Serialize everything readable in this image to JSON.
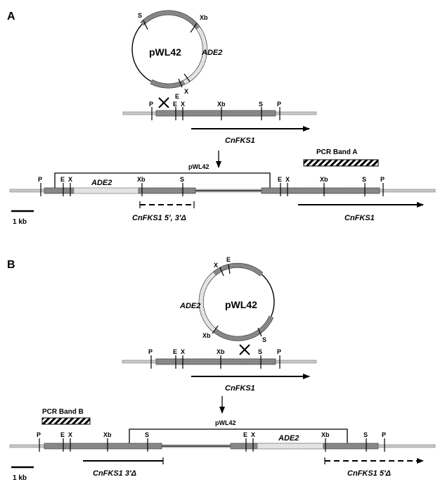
{
  "panel_a": {
    "label": "A",
    "plasmid": "pWL42",
    "plasmid_sites": {
      "s": "S",
      "xb": "Xb",
      "e": "E",
      "x": "X"
    },
    "ade2": "ADE2",
    "locus_sites": {
      "p1": "P",
      "e": "E",
      "x": "X",
      "xb": "Xb",
      "s": "S",
      "p2": "P"
    },
    "locus_gene": "CnFKS1",
    "pcr_band": "PCR Band A",
    "integration_plasmid": "pWL42",
    "result_sites": {
      "p1": "P",
      "e1": "E",
      "x1": "X",
      "xb1": "Xb",
      "s1": "S",
      "e2": "E",
      "x2": "X",
      "xb2": "Xb",
      "s2": "S",
      "p2": "P"
    },
    "result_ade2": "ADE2",
    "truncated_gene": "CnFKS1 5′, 3′Δ",
    "result_gene": "CnFKS1",
    "scale": "1 kb"
  },
  "panel_b": {
    "label": "B",
    "plasmid": "pWL42",
    "plasmid_sites": {
      "x": "X",
      "e": "E",
      "xb": "Xb",
      "s": "S"
    },
    "ade2": "ADE2",
    "locus_sites": {
      "p1": "P",
      "e": "E",
      "x": "X",
      "xb": "Xb",
      "s": "S",
      "p2": "P"
    },
    "locus_gene": "CnFKS1",
    "pcr_band": "PCR Band B",
    "integration_plasmid": "pWL42",
    "result_sites": {
      "p1": "P",
      "e1": "E",
      "x1": "X",
      "xb1": "Xb",
      "s1": "S",
      "e2": "E",
      "x2": "X",
      "xb2": "Xb",
      "s2": "S",
      "p2": "P"
    },
    "result_ade2": "ADE2",
    "gene_left": "CnFKS1 3′Δ",
    "gene_right": "CnFKS1 5′Δ",
    "scale": "1 kb"
  }
}
